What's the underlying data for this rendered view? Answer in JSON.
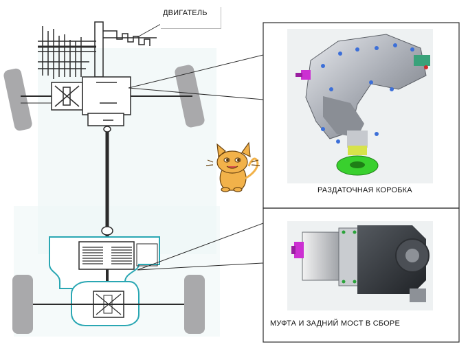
{
  "labels": {
    "engine": "ДВИГАТЕЛЬ",
    "transfer_case": "РАЗДАТОЧНАЯ КОРОБКА",
    "coupling_rear_axle": "МУФТА И ЗАДНИЙ МОСТ В СБОРЕ"
  },
  "icons": [
    "cartoon-cat-icon",
    "transfer-case-photo",
    "coupling-axle-photo"
  ],
  "colors": {
    "drivetrain_line": "#2b2b2b",
    "wheel_gray": "#a9a9ab",
    "coupling_outline": "#2aa7b3",
    "background_tint": "#e6f4f4",
    "flange_green": "#39d02e",
    "flange_magenta": "#cc2fd2"
  }
}
